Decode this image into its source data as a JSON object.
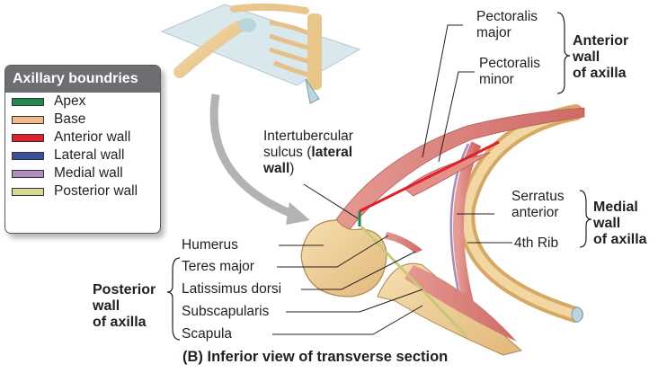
{
  "legend": {
    "title": "Axillary boundries",
    "items": [
      {
        "label": "Apex",
        "color": "#1f8a4c"
      },
      {
        "label": "Base",
        "color": "#f2b98a"
      },
      {
        "label": "Anterior wall",
        "color": "#e0202a"
      },
      {
        "label": "Lateral wall",
        "color": "#3b4fa0"
      },
      {
        "label": "Medial wall",
        "color": "#b48cc4"
      },
      {
        "label": "Posterior wall",
        "color": "#d8d890"
      }
    ]
  },
  "labels": {
    "pectoralis_major_1": "Pectoralis",
    "pectoralis_major_2": "major",
    "pectoralis_minor_1": "Pectoralis",
    "pectoralis_minor_2": "minor",
    "anterior_wall_1": "Anterior",
    "anterior_wall_2": "wall",
    "anterior_wall_3": "of axilla",
    "intertubercular_1": "Intertubercular",
    "intertubercular_2a": "sulcus (",
    "intertubercular_2b": "lateral",
    "intertubercular_3": "wall",
    "intertubercular_3b": ")",
    "serratus_1": "Serratus",
    "serratus_2": "anterior",
    "rib": "4th Rib",
    "medial_wall_1": "Medial",
    "medial_wall_2": "wall",
    "medial_wall_3": "of axilla",
    "humerus": "Humerus",
    "teres_major": "Teres major",
    "latissimus": "Latissimus dorsi",
    "subscapularis": "Subscapularis",
    "scapula": "Scapula",
    "posterior_wall_1": "Posterior",
    "posterior_wall_2": "wall",
    "posterior_wall_3": "of axilla"
  },
  "caption": "(B) Inferior view of transverse section"
}
